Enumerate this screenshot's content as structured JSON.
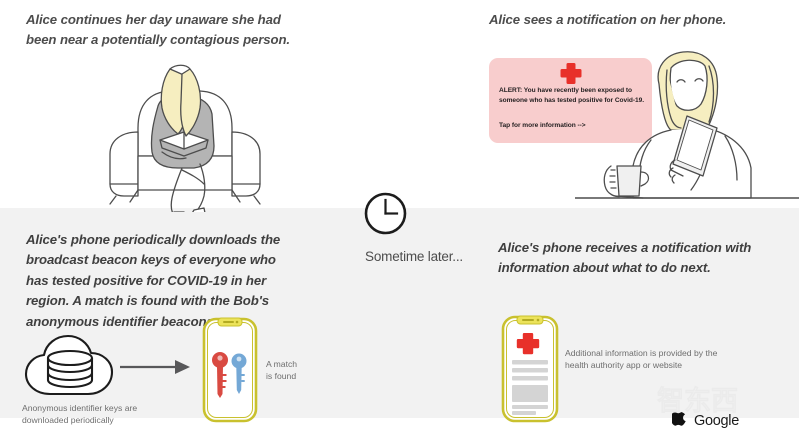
{
  "colors": {
    "band_bg": "#f2f2f2",
    "page_bg": "#ffffff",
    "alert_bg": "#f8cdcd",
    "cross_red": "#e8302a",
    "phone_frame": "#c9c12e",
    "key_red": "#d94a42",
    "key_blue": "#74a8d6",
    "hair_blonde": "#f6eec0",
    "chair_gray": "#b3b3b3",
    "text_gray": "#4a4a4a",
    "caption_gray": "#6e6e6e",
    "arrow_gray": "#58585a"
  },
  "panels": {
    "top_left": {
      "heading": "Alice continues her day unaware she had\nbeen near a potentially contagious person.",
      "illustration": "woman-reading-in-armchair"
    },
    "top_right": {
      "heading": "Alice sees a notification on her phone.",
      "illustration": "woman-holding-phone-and-mug",
      "alert": {
        "icon": "medical-cross-icon",
        "body": "ALERT:  You have recently been\nexposed to someone who has tested\npositive for Covid-19.",
        "tap_line": "Tap for more information -->"
      }
    },
    "middle": {
      "icon": "clock-icon",
      "label": "Sometime later..."
    },
    "bottom_left": {
      "heading": "Alice's phone periodically downloads the\nbroadcast beacon keys of everyone who\nhas tested positive for COVID-19 in her\nregion. A match is found with the Bob's\nanonymous identifier beacons.",
      "cloud_caption": "Anonymous identifier keys are\ndownloaded periodically",
      "match_caption": "A match\nis found",
      "cloud_icon": "cloud-database-icon",
      "arrow_icon": "right-arrow-icon",
      "phone_icon": "phone-with-two-keys-icon"
    },
    "bottom_right": {
      "heading": "Alice's phone receives a notification with\ninformation about what to do next.",
      "caption": "Additional information is provided by the\nhealth authority app or website",
      "phone_icon": "phone-with-health-notification-icon"
    }
  },
  "footer": {
    "watermark": "智东西",
    "apple_logo": "apple-logo-icon",
    "google_label": "Google"
  }
}
